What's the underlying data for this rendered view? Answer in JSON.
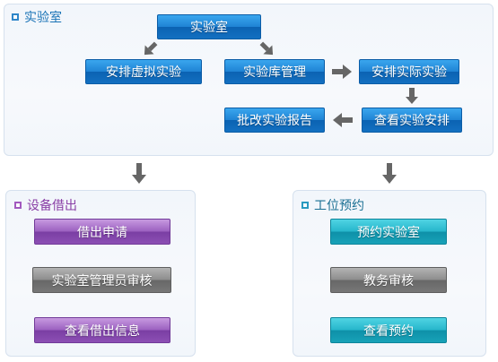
{
  "colors": {
    "lab_title": "#1a73b6",
    "dev_title": "#8a3fa6",
    "work_title": "#1a6f93",
    "arrow": "#666666"
  },
  "lab": {
    "title": "实验室",
    "boxes": {
      "lab": "实验室",
      "virtual": "安排虚拟实验",
      "library": "实验库管理",
      "actual": "安排实际实验",
      "view_schedule": "查看实验安排",
      "review_report": "批改实验报告"
    }
  },
  "device_borrow": {
    "title": "设备借出",
    "steps": [
      "借出申请",
      "实验室管理员审核",
      "查看借出信息"
    ]
  },
  "workstation_booking": {
    "title": "工位预约",
    "steps": [
      "预约实验室",
      "教务审核",
      "查看预约"
    ]
  }
}
